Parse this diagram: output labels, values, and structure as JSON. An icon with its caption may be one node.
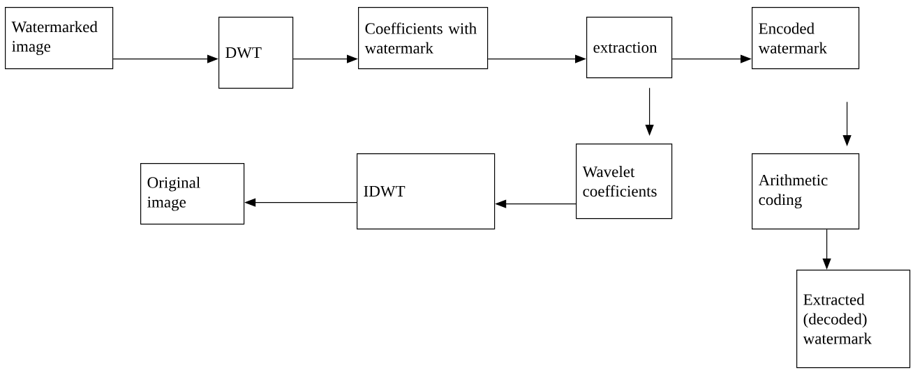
{
  "diagram": {
    "nodes": [
      {
        "text": [
          "Watermarked image"
        ]
      },
      {
        "text": [
          "DWT"
        ]
      },
      {
        "text": [
          "Coefficients with watermark"
        ]
      },
      {
        "text": [
          "extraction"
        ]
      },
      {
        "text": [
          "Encoded watermark"
        ]
      },
      {
        "text": [
          "Wavelet coefficients"
        ]
      },
      {
        "text": [
          "IDWT"
        ]
      },
      {
        "text": [
          "Original image"
        ]
      },
      {
        "text": [
          "Arithmetic coding"
        ]
      },
      {
        "text": [
          "Extracted (decoded) watermark"
        ]
      }
    ],
    "edges": [
      {
        "from": 0,
        "to": 1,
        "arrow": "to"
      },
      {
        "from": 1,
        "to": 2,
        "arrow": "to"
      },
      {
        "from": 2,
        "to": 3,
        "arrow": "to"
      },
      {
        "from": 3,
        "to": 4,
        "arrow": "to"
      },
      {
        "from": 3,
        "to": 5,
        "arrow": "to"
      },
      {
        "from": 4,
        "to": 8,
        "arrow": "to"
      },
      {
        "from": 5,
        "to": 6,
        "arrow": "to"
      },
      {
        "from": 6,
        "to": 7,
        "arrow": "to"
      },
      {
        "from": 8,
        "to": 9,
        "arrow": "to"
      }
    ]
  }
}
